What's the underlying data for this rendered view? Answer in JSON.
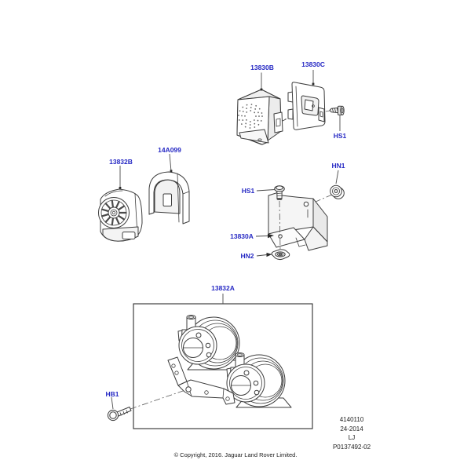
{
  "colors": {
    "background": "#ffffff",
    "label_blue": "#2629c4",
    "line": "#3d3d3d"
  },
  "labels": {
    "sounder": "13830B",
    "module_bracket": "13830C",
    "screw_top": "HS1",
    "cover": "14A099",
    "horn": "13832B",
    "nut1": "HN1",
    "screw_mid": "HS1",
    "horn_bracket": "13830A",
    "nut2": "HN2",
    "horn_kit": "13832A",
    "bolt": "HB1"
  },
  "footer": {
    "doc_lines": [
      "4140110",
      "24-2014",
      "LJ",
      "P0137492-02"
    ],
    "copyright": "© Copyright, 2016. Jaguar Land Rover Limited."
  }
}
